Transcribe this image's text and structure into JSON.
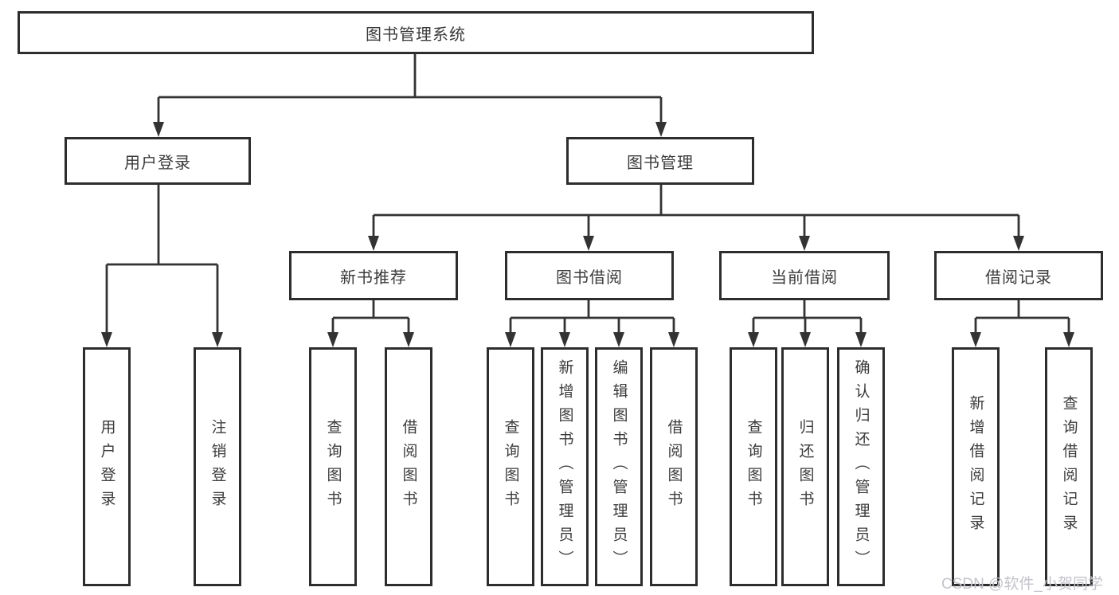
{
  "tree": {
    "root": {
      "label": "图书管理系统"
    },
    "children": [
      {
        "label": "用户登录",
        "children": [
          {
            "label": "用户登录"
          },
          {
            "label": "注销登录"
          }
        ]
      },
      {
        "label": "图书管理",
        "children": [
          {
            "label": "新书推荐",
            "children": [
              {
                "label": "查询图书"
              },
              {
                "label": "借阅图书"
              }
            ]
          },
          {
            "label": "图书借阅",
            "children": [
              {
                "label": "查询图书"
              },
              {
                "label": "新增图书（管理员）"
              },
              {
                "label": "编辑图书（管理员）"
              },
              {
                "label": "借阅图书"
              }
            ]
          },
          {
            "label": "当前借阅",
            "children": [
              {
                "label": "查询图书"
              },
              {
                "label": "归还图书"
              },
              {
                "label": "确认归还（管理员）"
              }
            ]
          },
          {
            "label": "借阅记录",
            "children": [
              {
                "label": "新增借阅记录"
              },
              {
                "label": "查询借阅记录"
              }
            ]
          }
        ]
      }
    ]
  },
  "watermark": "CSDN @软件_小贺同学",
  "colors": {
    "line": "#333333",
    "box_border": "#2d2d2d",
    "box_fill": "#ffffff",
    "text": "#3b3b3b",
    "watermark": "#c3c3cb"
  }
}
